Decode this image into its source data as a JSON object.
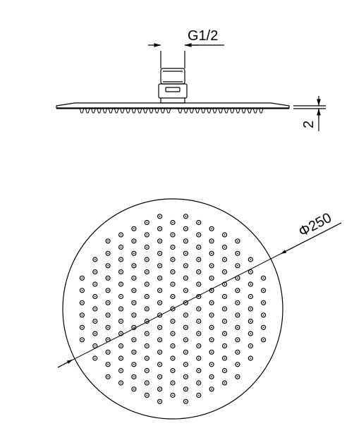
{
  "drawing": {
    "side_view": {
      "connector_dimension": "G1/2",
      "thickness_dimension": "2"
    },
    "top_view": {
      "diameter_dimension": "Φ250"
    }
  }
}
